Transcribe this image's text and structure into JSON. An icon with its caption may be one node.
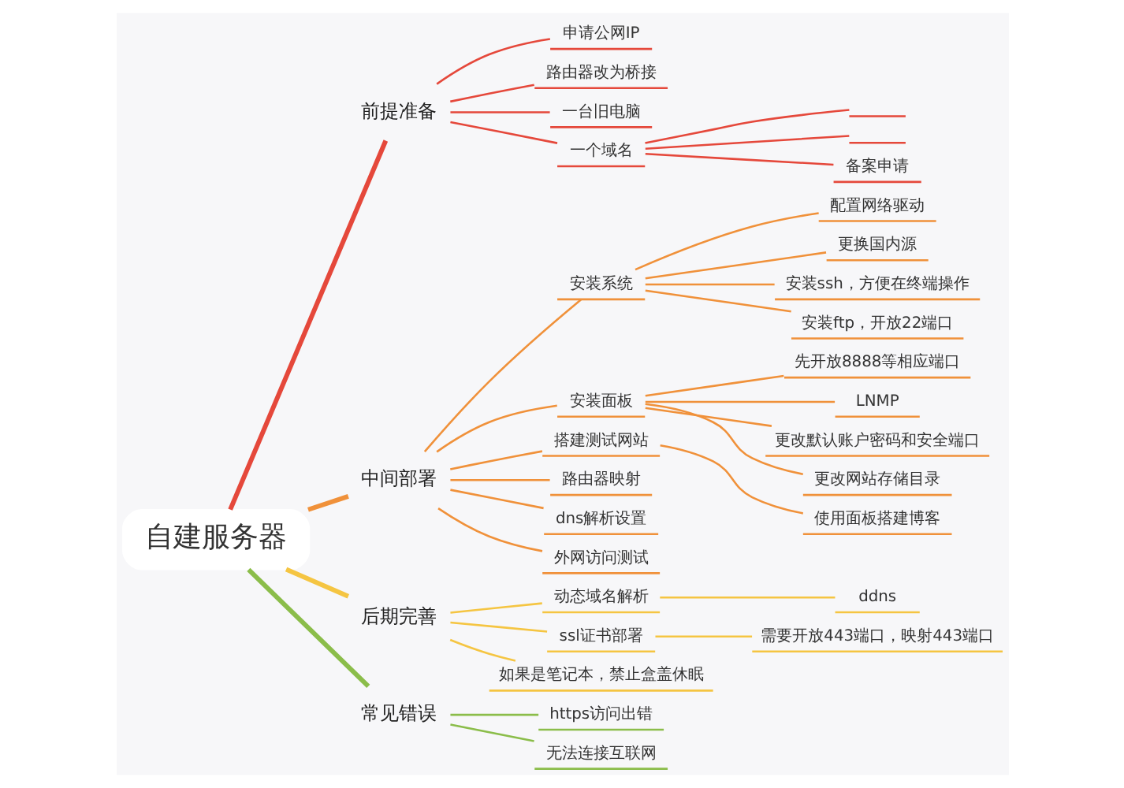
{
  "diagram": {
    "nodes": [
      {
        "text": [
          "自建服务器"
        ]
      },
      {
        "text": [
          "前提准备"
        ]
      },
      {
        "text": [
          "申请公网IP"
        ]
      },
      {
        "text": [
          "路由器改为桥接"
        ]
      },
      {
        "text": [
          "一台旧电脑"
        ]
      },
      {
        "text": [
          "一个域名"
        ]
      },
      {
        "text": [],
        "shape": "bar"
      },
      {
        "text": [],
        "shape": "bar"
      },
      {
        "text": [
          "备案申请"
        ]
      },
      {
        "text": [
          "中间部署"
        ]
      },
      {
        "text": [
          "安装系统"
        ]
      },
      {
        "text": [
          "配置网络驱动"
        ]
      },
      {
        "text": [
          "更换国内源"
        ]
      },
      {
        "text": [
          "安装ssh，方便在终端操作"
        ]
      },
      {
        "text": [
          "安装ftp，开放22端口"
        ]
      },
      {
        "text": [
          "安装面板"
        ]
      },
      {
        "text": [
          "先开放8888等相应端口"
        ]
      },
      {
        "text": [
          "LNMP"
        ]
      },
      {
        "text": [
          "更改默认账户密码和安全端口"
        ]
      },
      {
        "text": [
          "更改网站存储目录"
        ]
      },
      {
        "text": [
          "搭建测试网站"
        ]
      },
      {
        "text": [
          "使用面板搭建博客"
        ]
      },
      {
        "text": [
          "路由器映射"
        ]
      },
      {
        "text": [
          "dns解析设置"
        ]
      },
      {
        "text": [
          "外网访问测试"
        ]
      },
      {
        "text": [
          "后期完善"
        ]
      },
      {
        "text": [
          "动态域名解析"
        ]
      },
      {
        "text": [
          "ddns"
        ]
      },
      {
        "text": [
          "ssl证书部署"
        ]
      },
      {
        "text": [
          "需要开放443端口，映射443端口"
        ]
      },
      {
        "text": [
          "如果是笔记本，禁止盒盖休眠"
        ]
      },
      {
        "text": [
          "常见错误"
        ]
      },
      {
        "text": [
          "https访问出错"
        ]
      },
      {
        "text": [
          "无法连接互联网"
        ]
      }
    ],
    "edges": [
      {
        "from": 0,
        "to": 1,
        "arrow": "none",
        "style": "thick",
        "color": "#e5483b"
      },
      {
        "from": 1,
        "to": 2,
        "arrow": "none",
        "color": "#e5483b"
      },
      {
        "from": 1,
        "to": 3,
        "arrow": "none",
        "color": "#e5483b"
      },
      {
        "from": 1,
        "to": 4,
        "arrow": "none",
        "color": "#e5483b"
      },
      {
        "from": 1,
        "to": 5,
        "arrow": "none",
        "color": "#e5483b"
      },
      {
        "from": 5,
        "to": 6,
        "arrow": "none",
        "color": "#e5483b"
      },
      {
        "from": 5,
        "to": 7,
        "arrow": "none",
        "color": "#e5483b"
      },
      {
        "from": 5,
        "to": 8,
        "arrow": "none",
        "color": "#e5483b"
      },
      {
        "from": 0,
        "to": 9,
        "arrow": "none",
        "style": "thick"
      },
      {
        "from": 9,
        "to": 10,
        "arrow": "none"
      },
      {
        "from": 10,
        "to": 11,
        "arrow": "none"
      },
      {
        "from": 10,
        "to": 12,
        "arrow": "none"
      },
      {
        "from": 10,
        "to": 13,
        "arrow": "none"
      },
      {
        "from": 10,
        "to": 14,
        "arrow": "none"
      },
      {
        "from": 9,
        "to": 15,
        "arrow": "none"
      },
      {
        "from": 15,
        "to": 16,
        "arrow": "none"
      },
      {
        "from": 15,
        "to": 17,
        "arrow": "none"
      },
      {
        "from": 15,
        "to": 18,
        "arrow": "none"
      },
      {
        "from": 15,
        "to": 19,
        "arrow": "none"
      },
      {
        "from": 9,
        "to": 20,
        "arrow": "none"
      },
      {
        "from": 20,
        "to": 21,
        "arrow": "none"
      },
      {
        "from": 9,
        "to": 22,
        "arrow": "none"
      },
      {
        "from": 9,
        "to": 23,
        "arrow": "none"
      },
      {
        "from": 9,
        "to": 24,
        "arrow": "none"
      },
      {
        "from": 0,
        "to": 25,
        "arrow": "none",
        "style": "thick",
        "color": "#f5c542"
      },
      {
        "from": 25,
        "to": 26,
        "arrow": "none",
        "color": "#f5c542"
      },
      {
        "from": 26,
        "to": 27,
        "arrow": "none",
        "color": "#f5c542"
      },
      {
        "from": 25,
        "to": 28,
        "arrow": "none",
        "color": "#f5c542"
      },
      {
        "from": 28,
        "to": 29,
        "arrow": "none",
        "color": "#f5c542"
      },
      {
        "from": 25,
        "to": 30,
        "arrow": "none",
        "color": "#f5c542"
      },
      {
        "from": 0,
        "to": 31,
        "arrow": "none",
        "style": "thick",
        "color": "#8bbd4a"
      },
      {
        "from": 31,
        "to": 32,
        "arrow": "none",
        "color": "#8bbd4a"
      },
      {
        "from": 31,
        "to": 33,
        "arrow": "none",
        "color": "#8bbd4a"
      }
    ]
  }
}
